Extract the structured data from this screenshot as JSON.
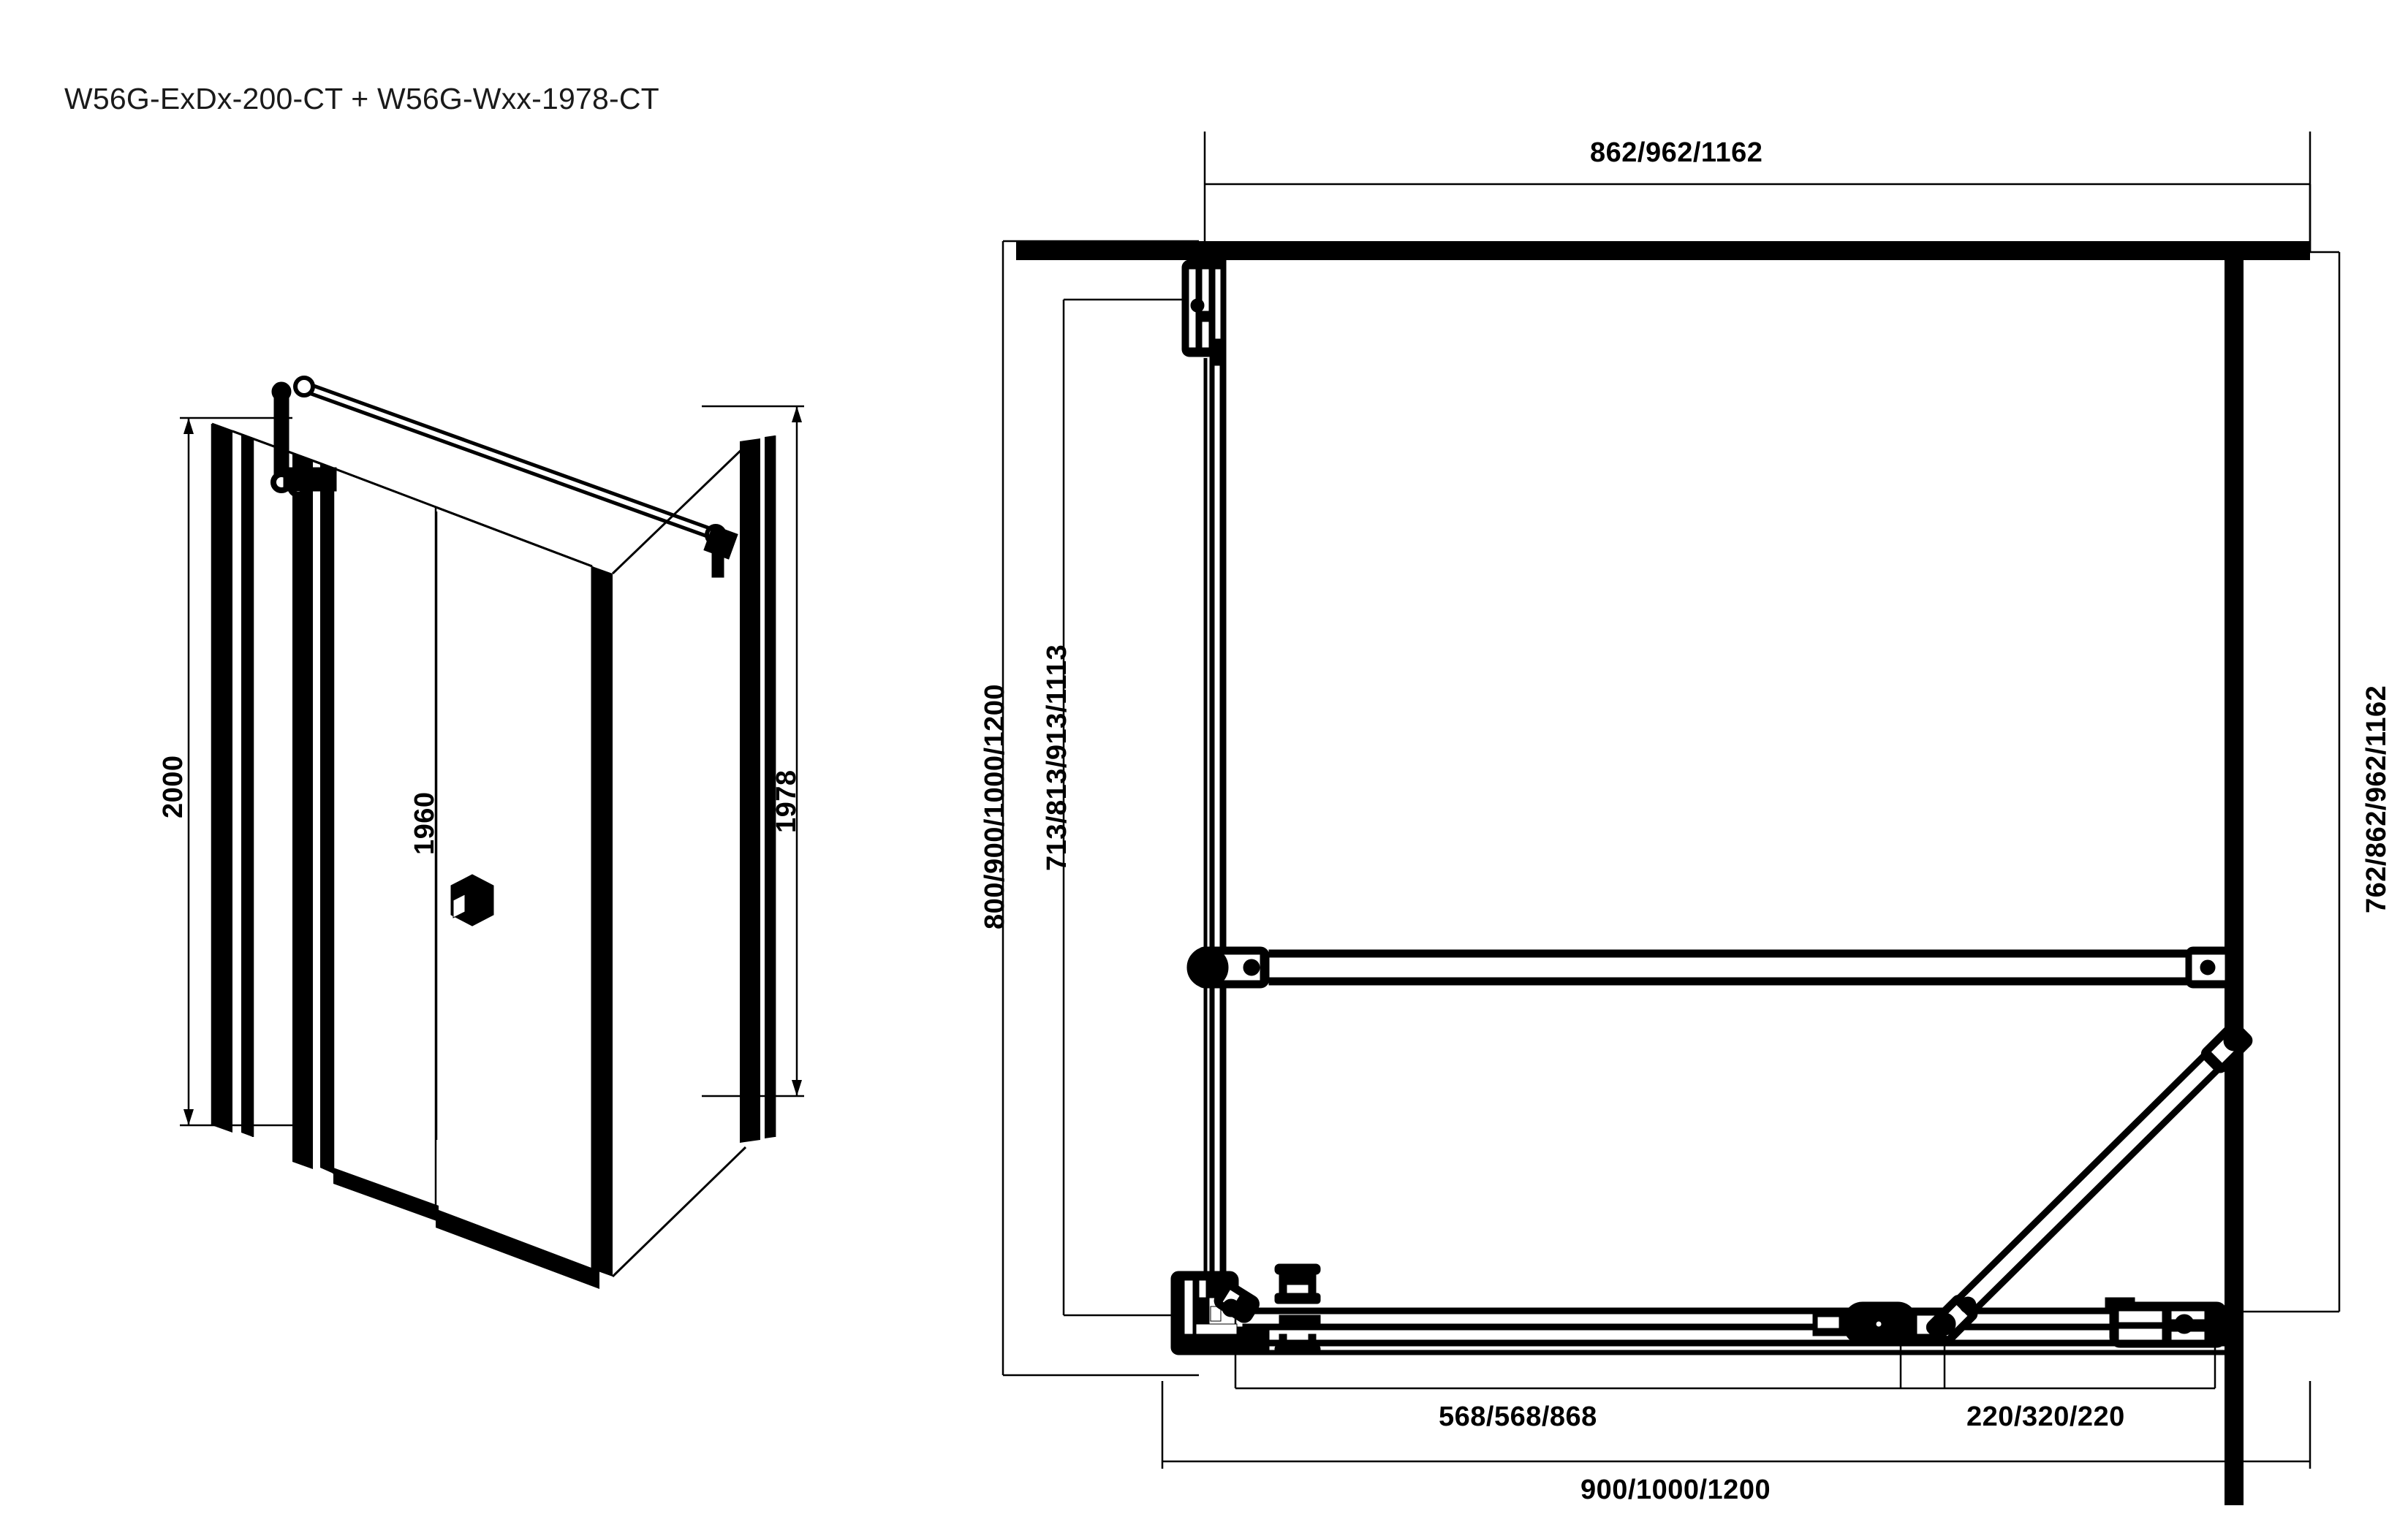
{
  "drawing": {
    "title": "W56G-ExDx-200-CT + W56G-Wxx-1978-CT",
    "type": "technical-drawing",
    "units": "mm",
    "line_color": "#000000",
    "background_color": "#ffffff"
  },
  "isometric_view": {
    "name": "isometric-view",
    "dimensions": {
      "overall_height": "2000",
      "door_height": "1960",
      "side_panel_height": "1978"
    },
    "parts": {
      "handle": "door-handle-knob",
      "stabilizer_bar": "wall-support-bar",
      "door_panel": "hinged-door-panel",
      "side_panel": "fixed-side-panel",
      "wall_profile": "wall-mount-profile"
    }
  },
  "plan_view": {
    "name": "plan-view",
    "dimensions": {
      "top": "862/962/1162",
      "left_outer": "800/900/1000/1200",
      "left_inner": "713/813/913/1113",
      "right_outer": "762/862/962/1162",
      "bottom_inner_left": "568/568/868",
      "bottom_inner_right": "220/320/220",
      "bottom_outer": "900/1000/1200"
    },
    "parts": {
      "wall_top": "top-wall-line",
      "wall_right": "right-wall-line",
      "profile_corner_top": "top-hinge-profile",
      "profile_corner_bottom": "bottom-corner-profile",
      "stabilizer_bar": "horizontal-stabilizer-bar",
      "swing_arm": "diagonal-swing-door",
      "handle_block": "door-handle-block",
      "bracket": "magnet-strip-bracket",
      "right_hinge": "right-wall-hinge"
    }
  }
}
